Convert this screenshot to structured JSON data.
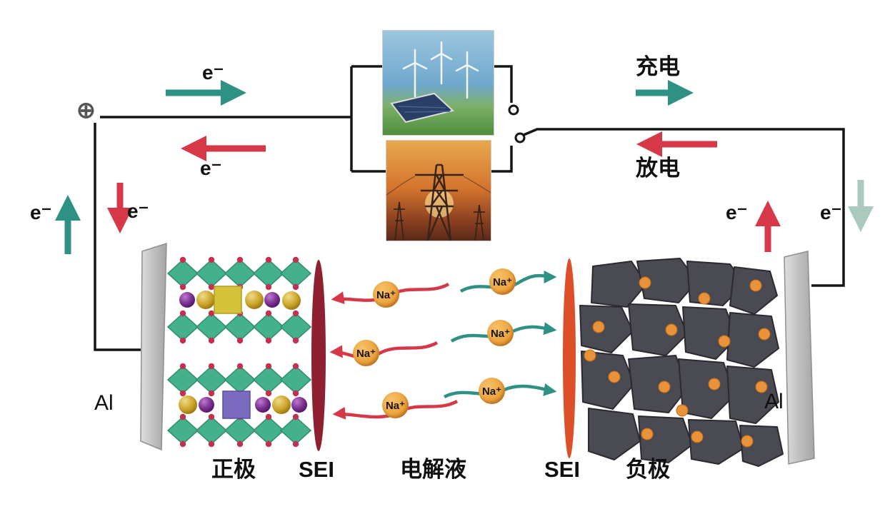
{
  "external_circuit": {
    "plus_terminal": "⊕",
    "electron_label": "e⁻",
    "charge_label": "充电",
    "discharge_label": "放电"
  },
  "cell": {
    "current_collector_label": "Al",
    "cathode_label": "正极",
    "sei_label": "SEI",
    "electrolyte_label": "电解液",
    "anode_label": "负极",
    "sodium_ion_label": "Na⁺"
  },
  "colors": {
    "wire": "#151515",
    "charge_arrow": "#2e9184",
    "charge_arrow_pale": "#a9cabc",
    "discharge_arrow": "#d63848",
    "na_ion_ball": "#eda23d",
    "sei_cathode_side": "#8e2030",
    "sei_anode_side": "#dd4f28",
    "cathode_layer": "#45b08c",
    "cathode_dot": "#c43050",
    "sphere_purple": "#7b3190",
    "sphere_gold": "#c9a227",
    "block_yellow": "#d4c23a",
    "block_purple": "#7a6bbf",
    "anode_particle": "#4a4a52",
    "anode_dot": "#e8923a",
    "al_foil": "#c4c4c4"
  }
}
